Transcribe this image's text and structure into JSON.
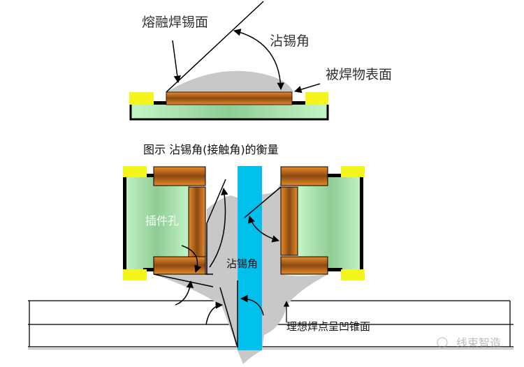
{
  "top_diagram": {
    "label_molten_surface": "熔融焊锡面",
    "label_wetting_angle": "沾锡角",
    "label_soldered_surface": "被焊物表面",
    "caption": "图示 沾锡角(接触角)的衡量"
  },
  "bottom_diagram": {
    "label_through_hole": "插件孔",
    "label_wetting_angle": "沾锡角",
    "label_ideal_joint": "理想焊点呈凹锥面"
  },
  "watermark": "线束智造",
  "colors": {
    "solder": "#c8c8c8",
    "pad_yellow": "#f5f51e",
    "copper": "#c8731e",
    "board_green": "#b4ecb8",
    "pin_blue": "#00c0ee"
  }
}
